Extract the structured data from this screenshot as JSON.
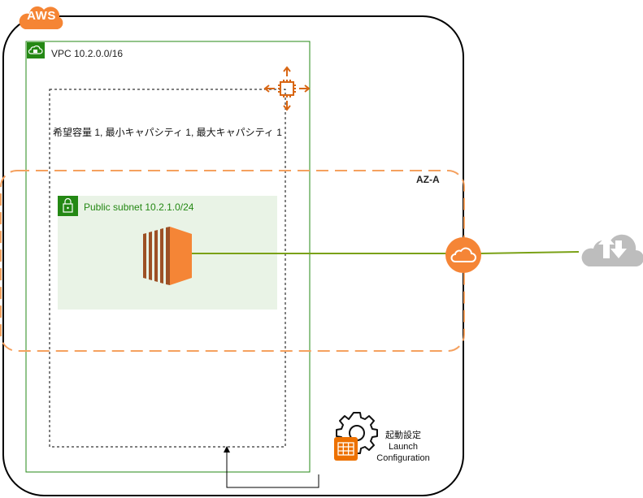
{
  "aws": {
    "badge": "AWS"
  },
  "vpc": {
    "label": "VPC 10.2.0.0/16"
  },
  "asg": {
    "capacity_label": "希望容量 1, 最小キャパシティ 1, 最大キャパシティ 1"
  },
  "az": {
    "label": "AZ-A"
  },
  "subnet": {
    "label": "Public subnet 10.2.1.0/24"
  },
  "launch_config": {
    "label_ja": "起動設定",
    "label_en_1": "Launch",
    "label_en_2": "Configuration"
  },
  "colors": {
    "aws_orange": "#F58534",
    "vpc_green": "#248814",
    "subnet_fill": "#E9F3E6",
    "ec2_orange": "#F58536",
    "link_green": "#7AA116",
    "az_dash": "#F5A15F",
    "internet_gray": "#BDBDBD"
  },
  "icons": [
    "aws-cloud-icon",
    "vpc-lock-icon",
    "auto-scaling-icon",
    "subnet-lock-icon",
    "ec2-instance-icon",
    "internet-gateway-icon",
    "internet-cloud-icon",
    "gear-icon",
    "launch-configuration-icon"
  ]
}
